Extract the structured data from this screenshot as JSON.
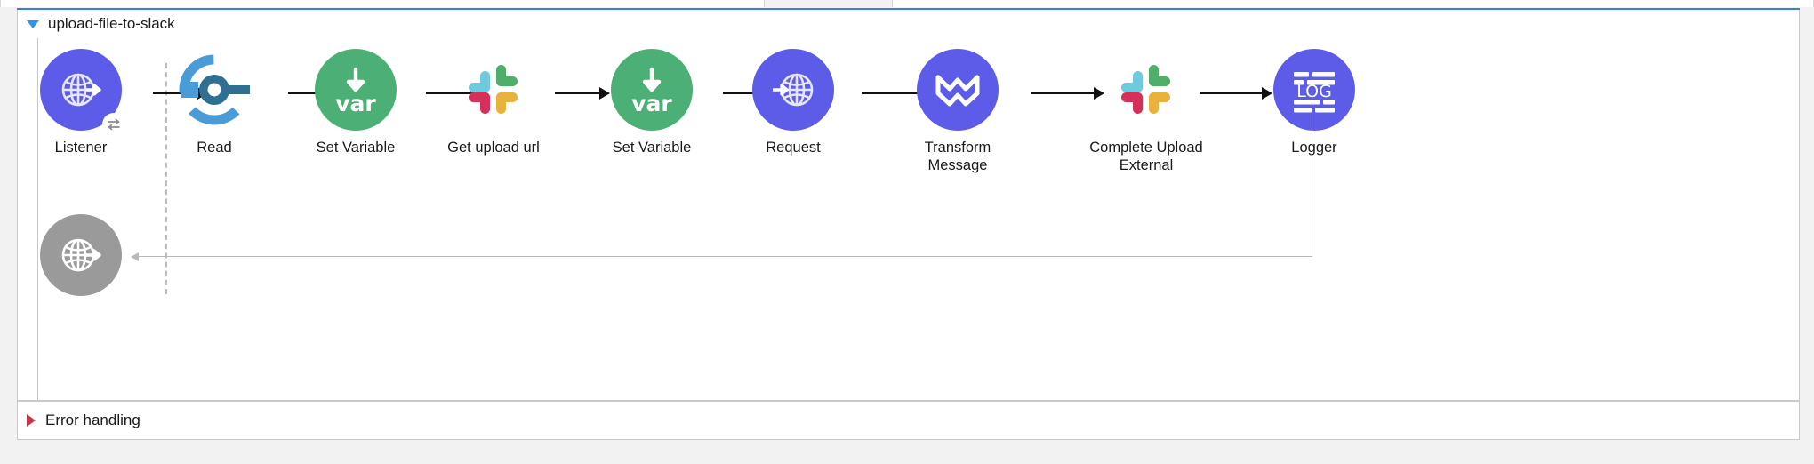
{
  "window": {
    "background_color": "#f2f2f2",
    "panel_color": "#ffffff",
    "accent_color": "#3a7fe0"
  },
  "flow": {
    "title": "upload-file-to-slack",
    "toggle_icon": "triangle-down-icon",
    "expanded": true
  },
  "error_handling": {
    "title": "Error handling",
    "toggle_icon": "triangle-right-icon",
    "expanded": false
  },
  "palette": {
    "purple": "#5c5ce8",
    "green": "#4caf76",
    "gray": "#9a9a9a",
    "file_blue": "#4a9cd6",
    "file_dark_blue": "#2f6f91",
    "slack_blue": "#6ecadc",
    "slack_green": "#4fae6a",
    "slack_red": "#d62f5a",
    "slack_yellow": "#e8b23c",
    "arrow": "#111111",
    "return_line": "#b9b9b9"
  },
  "nodes": [
    {
      "id": "listener",
      "label": "Listener",
      "icon": "globe-out-arrow-icon",
      "circle": "purple",
      "badge": "exchange-arrows-icon"
    },
    {
      "id": "read",
      "label": "Read",
      "icon": "file-connector-icon",
      "circle": "plain",
      "badge": null
    },
    {
      "id": "set-variable-1",
      "label": "Set Variable",
      "icon": "set-variable-icon",
      "circle": "green",
      "badge": null
    },
    {
      "id": "get-upload-url",
      "label": "Get upload url",
      "icon": "slack-icon",
      "circle": "plain",
      "badge": null
    },
    {
      "id": "set-variable-2",
      "label": "Set Variable",
      "icon": "set-variable-icon",
      "circle": "green",
      "badge": null
    },
    {
      "id": "request",
      "label": "Request",
      "icon": "globe-in-arrow-icon",
      "circle": "purple",
      "badge": null
    },
    {
      "id": "transform",
      "label": "Transform\nMessage",
      "icon": "dataweave-icon",
      "circle": "purple",
      "badge": null
    },
    {
      "id": "complete",
      "label": "Complete Upload\nExternal",
      "icon": "slack-icon",
      "circle": "plain",
      "badge": null
    },
    {
      "id": "logger",
      "label": "Logger",
      "icon": "log-icon",
      "circle": "purple",
      "badge": null
    }
  ],
  "response_node": {
    "id": "response",
    "label": "",
    "icon": "globe-out-arrow-icon",
    "circle": "gray"
  },
  "icon_text": {
    "set_variable": "var",
    "logger": "LOG"
  }
}
